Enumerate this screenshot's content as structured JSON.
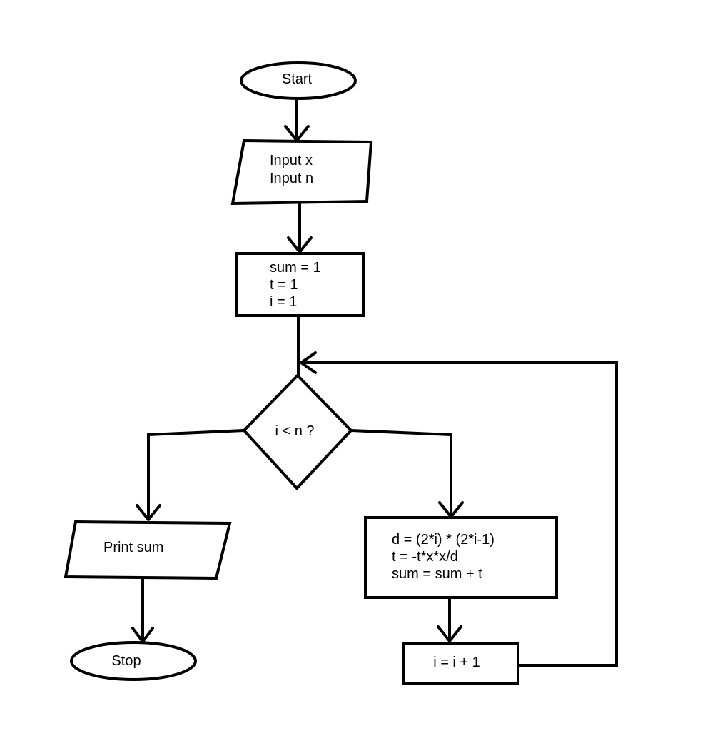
{
  "flowchart": {
    "start": {
      "label": "Start"
    },
    "input": {
      "lines": [
        "Input x",
        "Input n"
      ]
    },
    "init": {
      "lines": [
        "sum = 1",
        "t = 1",
        "i = 1"
      ]
    },
    "decision": {
      "label": "i < n ?"
    },
    "print": {
      "label": "Print sum"
    },
    "stop": {
      "label": "Stop"
    },
    "compute": {
      "lines": [
        "d = (2*i) * (2*i-1)",
        "t = -t*x*x/d",
        "sum = sum + t"
      ]
    },
    "increment": {
      "label": "i = i + 1"
    }
  }
}
